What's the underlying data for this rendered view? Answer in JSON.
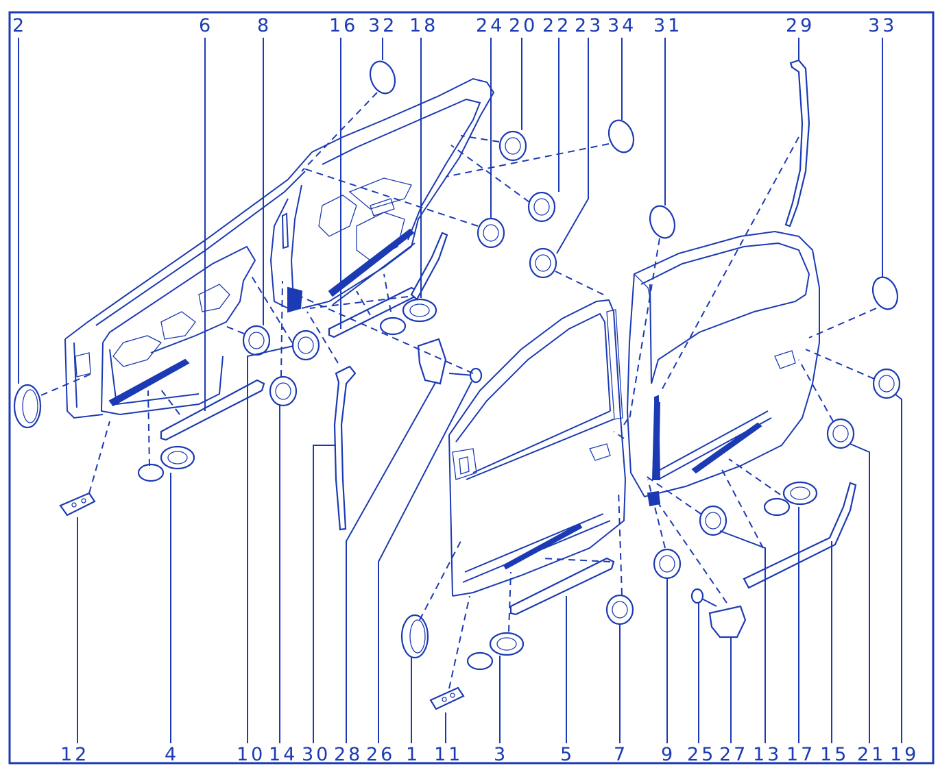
{
  "colors": {
    "ink": "#1b3ab3",
    "background": "#ffffff"
  },
  "top_labels": [
    "2",
    "6",
    "8",
    "16",
    "32",
    "18",
    "24",
    "20",
    "22",
    "23",
    "34",
    "31",
    "29",
    "33"
  ],
  "bottom_labels": [
    "12",
    "4",
    "10",
    "14",
    "30",
    "28",
    "26",
    "1",
    "11",
    "3",
    "5",
    "7",
    "9",
    "25",
    "27",
    "13",
    "17",
    "15",
    "21",
    "19"
  ]
}
